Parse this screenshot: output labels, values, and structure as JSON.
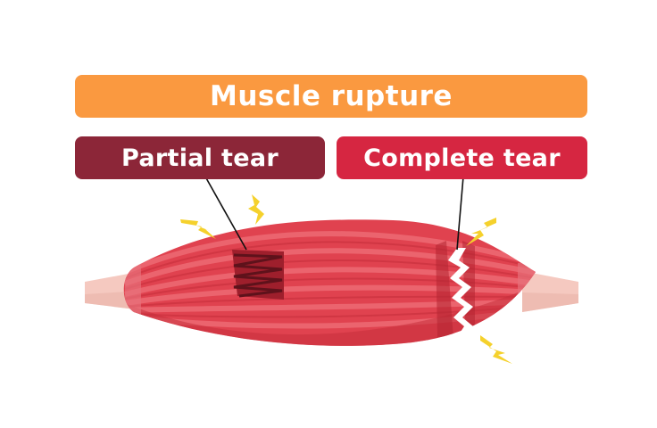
{
  "title": "Muscle rupture",
  "labels": {
    "partial": "Partial tear",
    "complete": "Complete tear"
  },
  "colors": {
    "title_bg": "#fa9940",
    "partial_bg": "#8c2638",
    "complete_bg": "#d62641",
    "muscle": "#e0424f",
    "muscle_stripe": "#ef7079",
    "muscle_dark": "#c72f3c",
    "tendon": "#f5c9c0",
    "tear_dark": "#8c1f27",
    "lightning": "#f5d12c"
  },
  "icons": [
    "lightning-icon"
  ]
}
